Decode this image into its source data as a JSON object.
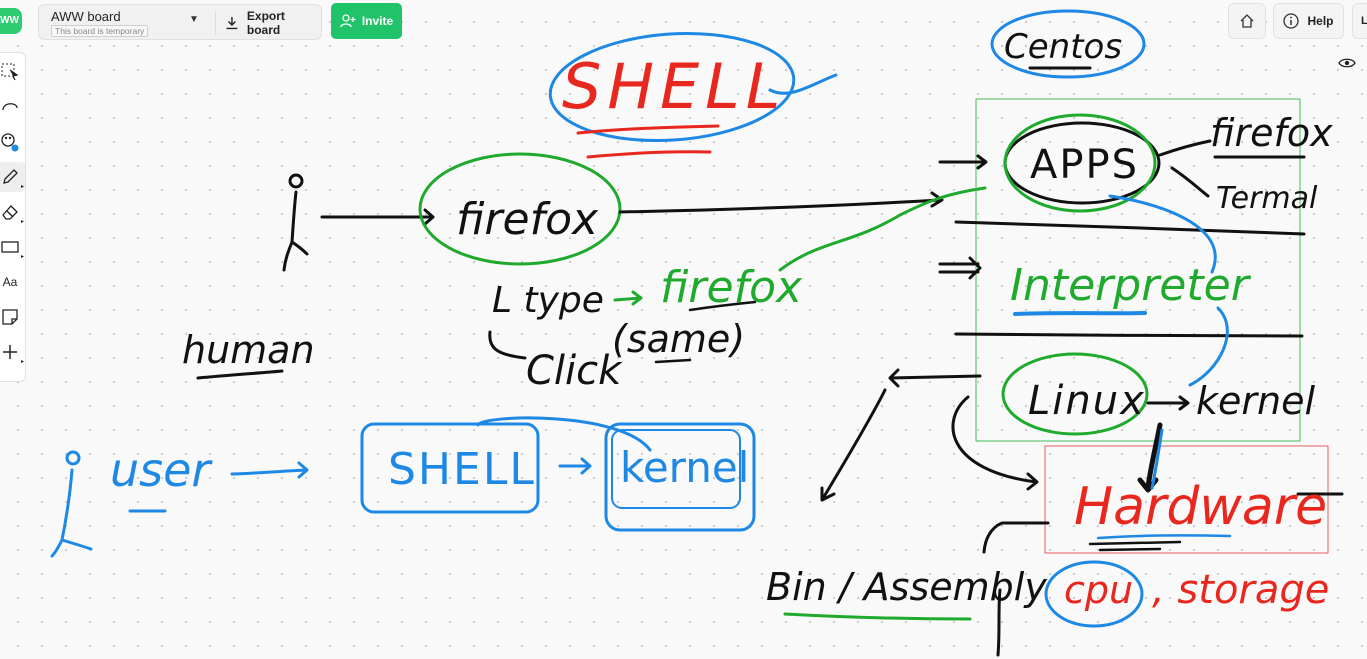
{
  "topbar": {
    "logo_text": "AWW",
    "board_title": "AWW board",
    "board_status": "This board is temporary",
    "export_label": "Export board",
    "invite_label": "Invite",
    "help_label": "Help",
    "extra_label": "L"
  },
  "toolbar": {
    "tools": [
      "select",
      "lasso",
      "color",
      "pen",
      "eraser",
      "shape",
      "text",
      "sticky-note",
      "add"
    ],
    "text_tool_label": "Aa",
    "active_tool": "pen"
  },
  "colors": {
    "ink_black": "#111111",
    "ink_blue": "#1e88e5",
    "ink_green": "#1faa2e",
    "ink_red": "#e8281e",
    "invite_green": "#20c26a"
  },
  "canvas": {
    "shell_title": "SHELL",
    "centos": "Centos",
    "human": "human",
    "firefox_center": "firefox",
    "type": "L type",
    "firefox_green": "firefox",
    "click": "Click",
    "same": "(same)",
    "user": "user",
    "shell_box": "SHELL",
    "kernel_box": "kernel",
    "apps": "APPS",
    "firefox_right": "firefox",
    "terminal": "Termal",
    "interpreter": "Interpreter",
    "linux": "Linux",
    "kernel_right": "kernel",
    "hardware": "Hardware",
    "cpu": "cpu",
    "storage": ", storage",
    "bin_assembly": "Bin / Assembly"
  }
}
